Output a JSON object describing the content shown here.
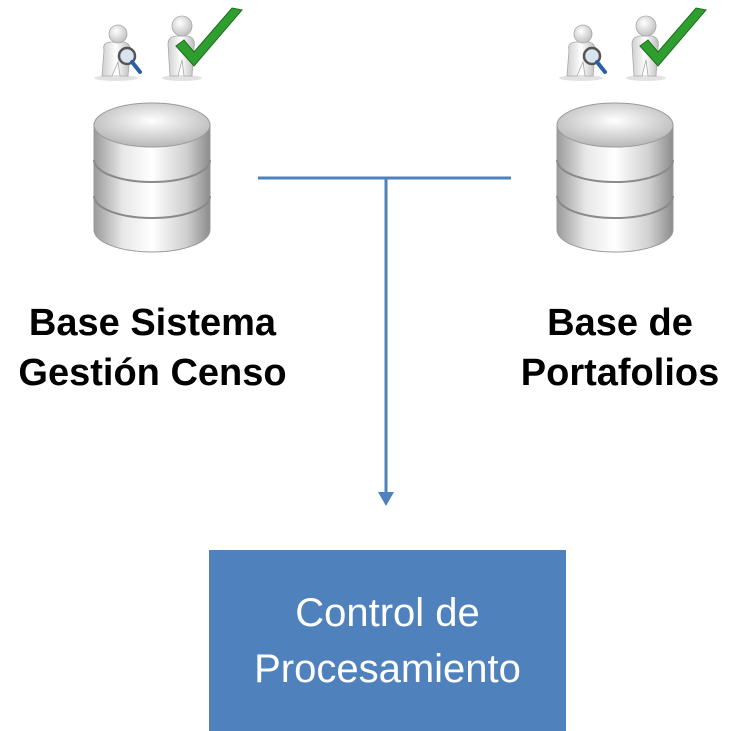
{
  "databases": [
    {
      "id": "left",
      "label_line1": "Base Sistema",
      "label_line2": "Gestión Censo",
      "icons": [
        "magnifier-figure-icon",
        "checkmark-figure-icon",
        "database-icon"
      ]
    },
    {
      "id": "right",
      "label_line1": "Base de",
      "label_line2": "Portafolios",
      "icons": [
        "magnifier-figure-icon",
        "checkmark-figure-icon",
        "database-icon"
      ]
    }
  ],
  "process": {
    "line1": "Control de",
    "line2": "Procesamiento"
  },
  "colors": {
    "connector": "#4f81bd",
    "process_fill": "#4f81bd",
    "process_text": "#ffffff",
    "check_green": "#2e9e2e"
  }
}
